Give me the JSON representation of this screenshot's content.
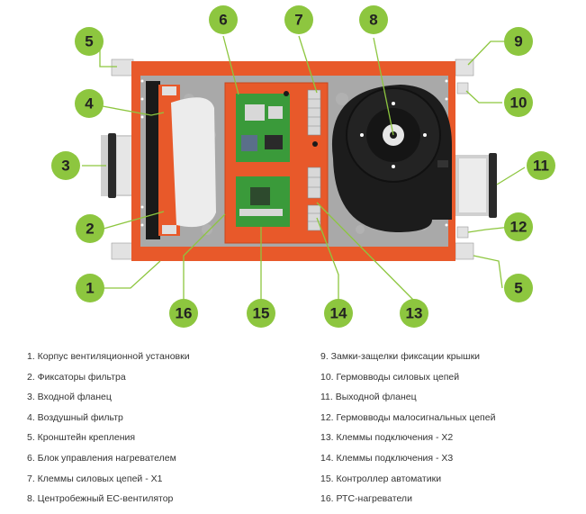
{
  "callouts": [
    "1",
    "2",
    "3",
    "4",
    "5",
    "5",
    "6",
    "7",
    "8",
    "9",
    "10",
    "11",
    "12",
    "13",
    "14",
    "15",
    "16"
  ],
  "legend": {
    "left": [
      "1. Корпус вентиляционной установки",
      "2. Фиксаторы фильтра",
      "3. Входной фланец",
      "4. Воздушный фильтр",
      "5. Кронштейн крепления",
      "6. Блок управления нагревателем",
      "7. Клеммы силовых цепей - Х1",
      "8. Центробежный ЕС-вентилятор"
    ],
    "right": [
      "9. Замки-защелки фиксации крышки",
      "10. Гермовводы силовых цепей",
      "11. Выходной фланец",
      "12. Гермовводы малосигнальных цепей",
      "13. Клеммы подключения - Х2",
      "14. Клеммы подключения - Х3",
      "15. Контроллер автоматики",
      "16. РТС-нагреватели"
    ]
  },
  "colors": {
    "housing": "#e8592a",
    "badge": "#8dc63f",
    "leader": "#8dc63f",
    "pcb": "#3a9a3a",
    "fan": "#1c1c1c",
    "insulation": "#a8a8a8"
  }
}
